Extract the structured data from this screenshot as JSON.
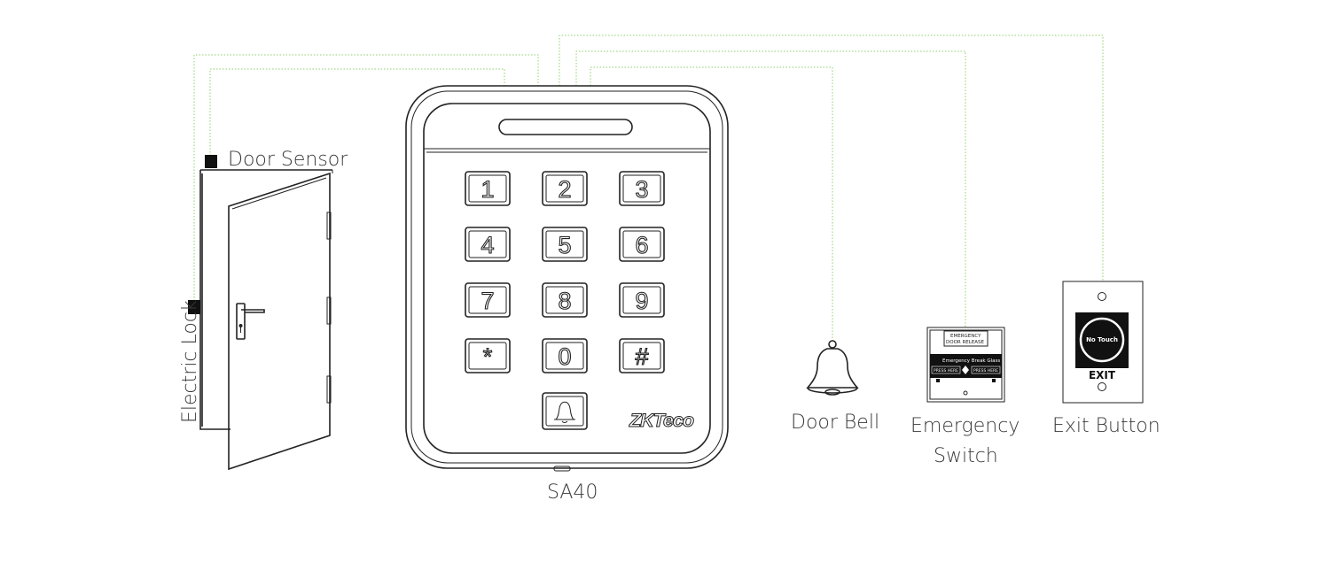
{
  "labels": {
    "door_sensor": "Door Sensor",
    "electric_lock": "Electric Lock",
    "device_model": "SA40",
    "door_bell": "Door Bell",
    "emergency_line1": "Emergency",
    "emergency_line2": "Switch",
    "exit_button": "Exit Button"
  },
  "keypad": {
    "keys": [
      "1",
      "2",
      "3",
      "4",
      "5",
      "6",
      "7",
      "8",
      "9",
      "*",
      "0",
      "#"
    ],
    "brand": "ZKTeco"
  },
  "emergency_switch": {
    "header_line1": "EMERGENCY",
    "header_line2": "DOOR RELEASE",
    "band": "Emergency Break Glass",
    "press_left": "PRESS HERE",
    "press_right": "PRESS HERE"
  },
  "exit_button": {
    "center": "No Touch",
    "caption": "EXIT"
  },
  "colors": {
    "wire": "#8fcf6a",
    "outline": "#222222",
    "label": "#3a3a3a"
  }
}
